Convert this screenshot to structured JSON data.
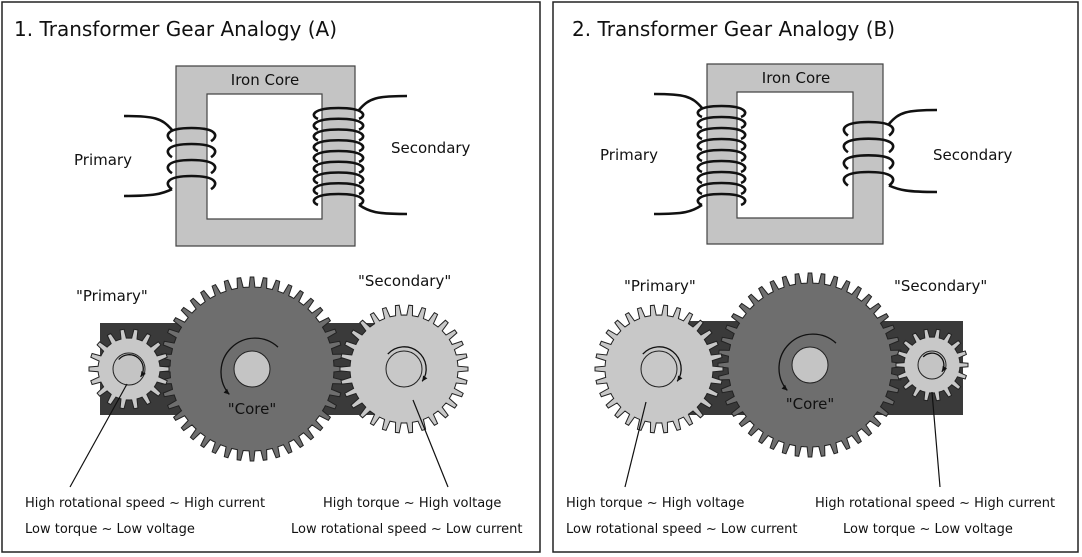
{
  "panels": [
    {
      "title": "1. Transformer Gear Analogy (A)",
      "core_label": "Iron Core",
      "primary_label": "Primary",
      "secondary_label": "Secondary",
      "gear_primary_label": "\"Primary\"",
      "gear_secondary_label": "\"Secondary\"",
      "gear_core_label": "\"Core\"",
      "left_caption": [
        "High rotational speed ~ High current",
        "Low torque ~ Low voltage"
      ],
      "right_caption": [
        "High torque ~ High voltage",
        "Low rotational speed ~ Low current"
      ]
    },
    {
      "title": "2. Transformer Gear Analogy (B)",
      "core_label": "Iron Core",
      "primary_label": "Primary",
      "secondary_label": "Secondary",
      "gear_primary_label": "\"Primary\"",
      "gear_secondary_label": "\"Secondary\"",
      "gear_core_label": "\"Core\"",
      "left_caption": [
        "High torque ~ High voltage",
        "Low rotational speed ~ Low current"
      ],
      "right_caption": [
        "High rotational speed ~ High current",
        "Low torque ~ Low voltage"
      ]
    }
  ],
  "colors": {
    "frame": "#222222",
    "iron_core": "#c4c4c4",
    "core_gear": "#6e6e6e",
    "outer_gear": "#c8c8c8",
    "base_plate": "#3a3a3a",
    "hub": "#c4c4c4"
  }
}
